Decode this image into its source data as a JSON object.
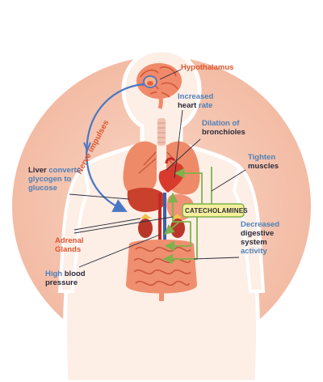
{
  "labels": {
    "hypothalamus": "Hypothalamus",
    "nerve_impulses": "Nerve impulses",
    "heart_rate_a": "Increased",
    "heart_rate_b": "heart",
    "heart_rate_c": "rate",
    "bronchioles_a": "Dilation of",
    "bronchioles_b": "bronchioles",
    "muscles_a": "Tighten",
    "muscles_b": "muscles",
    "liver_a": "Liver",
    "liver_b": "converts",
    "liver_c": "glycogen to",
    "liver_d": "glucose",
    "catecholamines": "CATECHOLAMINES",
    "digestive_a": "Decreased",
    "digestive_b": "digestive",
    "digestive_c": "system",
    "digestive_d": "activity",
    "adrenal_a": "Adrenal",
    "adrenal_b": "Glands",
    "bp_a": "High",
    "bp_b": "blood",
    "bp_c": "pressure"
  },
  "colors": {
    "accent_red": "#e0542f",
    "accent_blue": "#4f7fb5",
    "dark_text": "#2b2b3a",
    "circle": "#f6c8b4",
    "body_glow": "#fdeee6",
    "nerve_arrow": "#4a77c4",
    "pathway_green": "#7fb24a",
    "box_fill": "#f6ef9c"
  }
}
